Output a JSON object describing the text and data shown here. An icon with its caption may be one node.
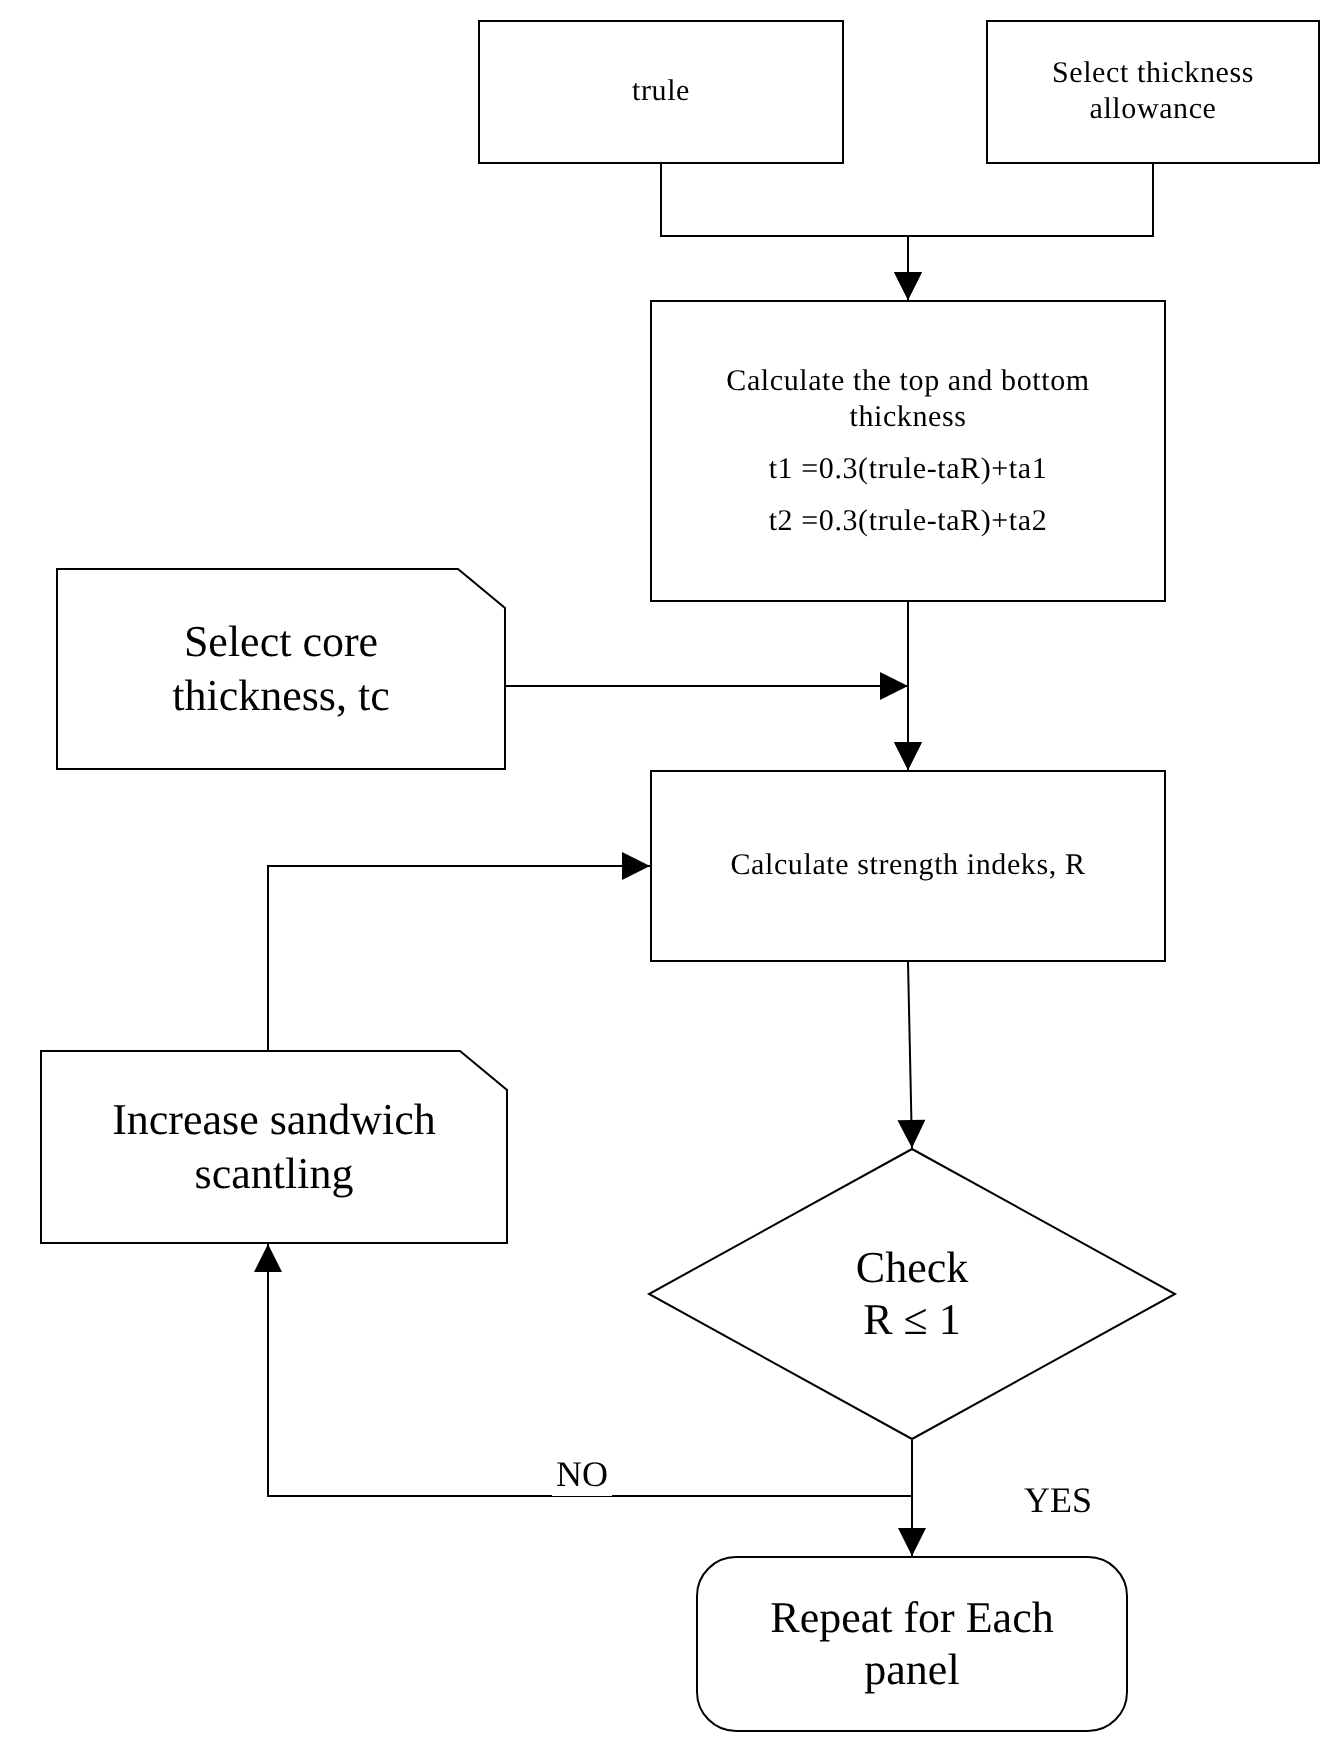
{
  "diagram": {
    "nodes": [
      {
        "text": [
          "trule"
        ]
      },
      {
        "text": [
          "Select thickness allowance"
        ]
      },
      {
        "text": [
          "Calculate the top and bottom thickness",
          "t1 =0.3(trule-taR)+ta1",
          "t2 =0.3(trule-taR)+ta2"
        ]
      },
      {
        "text": [
          "Select core thickness, tc"
        ]
      },
      {
        "text": [
          "Calculate strength indeks, R"
        ]
      },
      {
        "text": [
          "Increase sandwich scantling"
        ]
      },
      {
        "text": [
          "Check R ≤ 1"
        ]
      },
      {
        "text": [
          "Repeat for Each panel"
        ]
      }
    ],
    "edges": [
      {
        "from": 0,
        "to": 2,
        "arrow": "to"
      },
      {
        "from": 1,
        "to": 2,
        "arrow": "to"
      },
      {
        "from": 2,
        "to": 4,
        "arrow": "to"
      },
      {
        "from": 3,
        "to": 4,
        "arrow": "to"
      },
      {
        "from": 5,
        "to": 4,
        "arrow": "to"
      },
      {
        "from": 4,
        "to": 6,
        "arrow": "to"
      },
      {
        "from": 6,
        "to": 5,
        "arrow": "to",
        "label": "NO"
      },
      {
        "from": 6,
        "to": 7,
        "arrow": "to",
        "label": "YES"
      }
    ]
  }
}
